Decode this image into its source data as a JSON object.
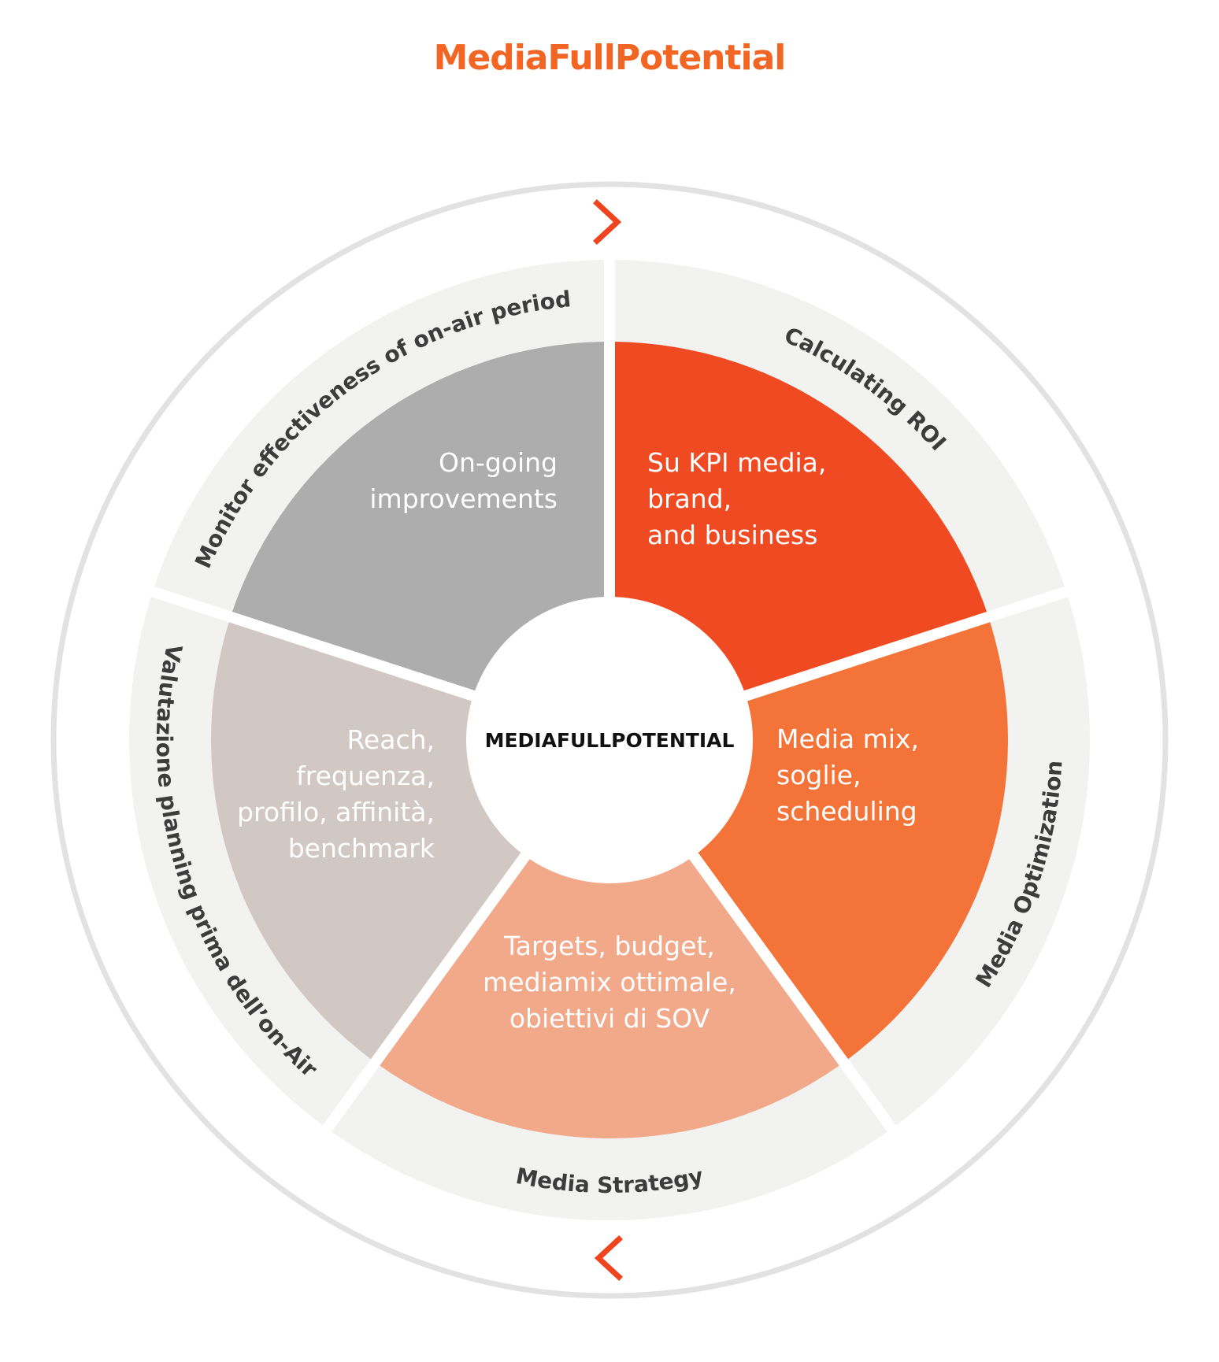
{
  "title": "MediaFullPotential",
  "center_label": "MEDIAFULLPOTENTIAL",
  "colors": {
    "title": "#f26522",
    "outer_ring_stroke": "#e2e2e2",
    "band": "#f2f2f1",
    "arrow": "#f0441f"
  },
  "segments": [
    {
      "phase": "Calculating ROI",
      "lines": [
        "Su KPI media,",
        "brand,",
        "and business"
      ],
      "color": "#f04a22"
    },
    {
      "phase": "Media Optimization",
      "lines": [
        "Media mix,",
        "soglie,",
        "scheduling"
      ],
      "color": "#f37338"
    },
    {
      "phase": "Media Strategy",
      "lines": [
        "Targets, budget,",
        "mediamix ottimale,",
        "obiettivi di SOV"
      ],
      "color": "#f2a98a"
    },
    {
      "phase": "Valutazione planning prima dell’on-Air",
      "lines": [
        "Reach,",
        "frequenza,",
        "profilo, affinità,",
        "benchmark"
      ],
      "color": "#d1c8c4"
    },
    {
      "phase": "Monitor effectiveness of on-air period",
      "lines": [
        "On-going",
        "improvements"
      ],
      "color": "#adadae"
    }
  ]
}
